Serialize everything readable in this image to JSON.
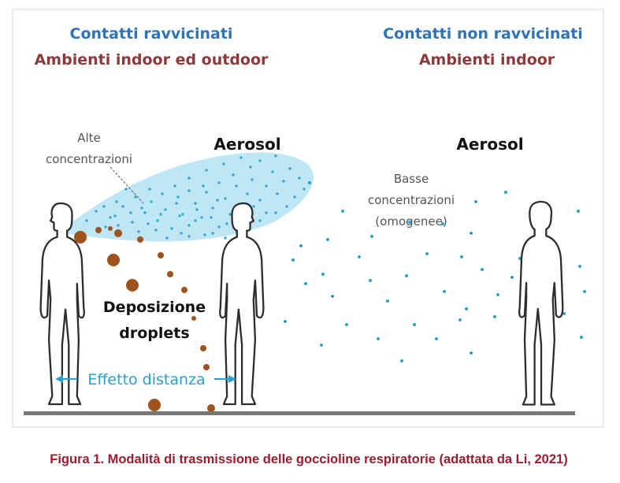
{
  "left_panel": {
    "title": "Contatti ravvicinati",
    "subtitle": "Ambienti indoor ed outdoor",
    "aerosol_label": "Aerosol",
    "high_conc_label": [
      "Alte",
      "concentrazioni"
    ],
    "deposition_label": [
      "Deposizione",
      "droplets"
    ],
    "distance_label": "Effetto distanza"
  },
  "right_panel": {
    "title": "Contatti non ravvicinati",
    "subtitle": "Ambienti indoor",
    "aerosol_label": "Aerosol",
    "low_conc_label": [
      "Basse",
      "concentrazioni",
      "(omogenee)"
    ]
  },
  "caption": "Figura 1. Modalità di trasmissione delle goccioline respiratorie (adattata da Li, 2021)",
  "colors": {
    "title_blue": "#2f73b7",
    "subtitle_brown": "#8b3a3a",
    "aerosol_cloud": "#bfe6f5",
    "aerosol_dot": "#2aa0d0",
    "droplet": "#a0521d",
    "caption_red": "#9b1c2e"
  }
}
